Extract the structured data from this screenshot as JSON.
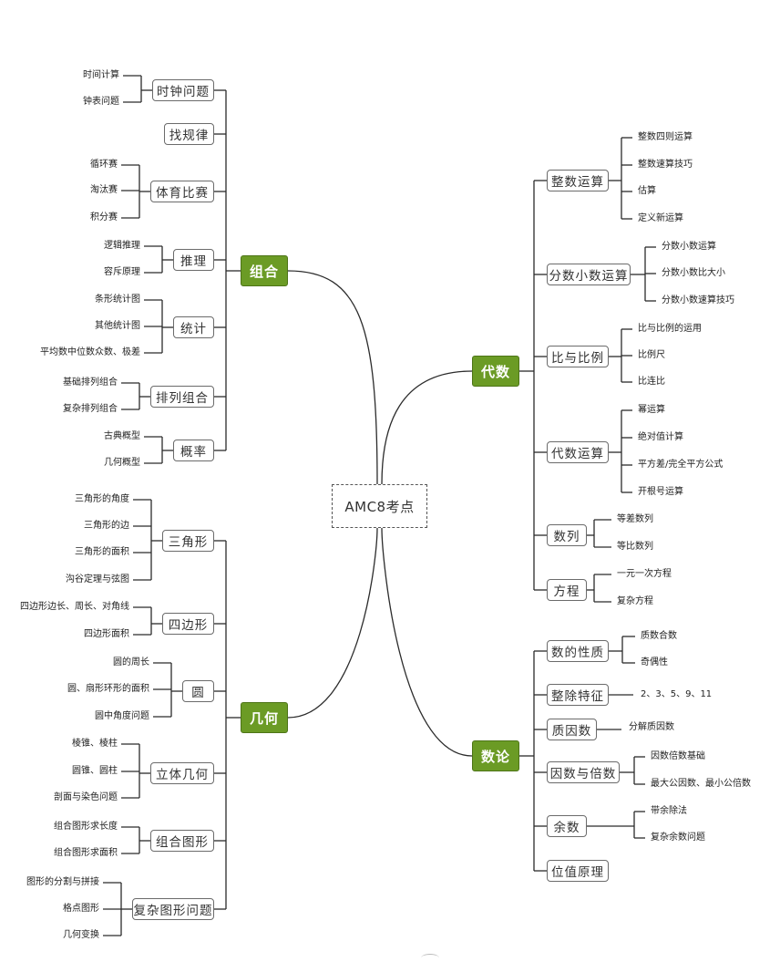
{
  "center": "AMC8考点",
  "branches": [
    {
      "name": "组合",
      "side": "left",
      "children": [
        {
          "label": "时钟问题",
          "leaves": [
            "时间计算",
            "钟表问题"
          ]
        },
        {
          "label": "找规律",
          "leaves": []
        },
        {
          "label": "体育比赛",
          "leaves": [
            "循环赛",
            "淘汰赛",
            "积分赛"
          ]
        },
        {
          "label": "推理",
          "leaves": [
            "逻辑推理",
            "容斥原理"
          ]
        },
        {
          "label": "统计",
          "leaves": [
            "条形统计图",
            "其他统计图",
            "平均数中位数众数、极差"
          ]
        },
        {
          "label": "排列组合",
          "leaves": [
            "基础排列组合",
            "复杂排列组合"
          ]
        },
        {
          "label": "概率",
          "leaves": [
            "古典概型",
            "几何概型"
          ]
        }
      ]
    },
    {
      "name": "几何",
      "side": "left",
      "children": [
        {
          "label": "三角形",
          "leaves": [
            "三角形的角度",
            "三角形的边",
            "三角形的面积",
            "沟谷定理与弦图"
          ]
        },
        {
          "label": "四边形",
          "leaves": [
            "四边形边长、周长、对角线",
            "四边形面积"
          ]
        },
        {
          "label": "圆",
          "leaves": [
            "圆的周长",
            "圆、扇形环形的面积",
            "圆中角度问题"
          ]
        },
        {
          "label": "立体几何",
          "leaves": [
            "棱锥、棱柱",
            "圆锥、圆柱",
            "剖面与染色问题"
          ]
        },
        {
          "label": "组合图形",
          "leaves": [
            "组合图形求长度",
            "组合图形求面积"
          ]
        },
        {
          "label": "复杂图形问题",
          "leaves": [
            "图形的分割与拼接",
            "格点图形",
            "几何变换"
          ]
        }
      ]
    },
    {
      "name": "代数",
      "side": "right",
      "children": [
        {
          "label": "整数运算",
          "leaves": [
            "整数四则运算",
            "整数速算技巧",
            "估算",
            "定义新运算"
          ]
        },
        {
          "label": "分数小数运算",
          "leaves": [
            "分数小数运算",
            "分数小数比大小",
            "分数小数速算技巧"
          ]
        },
        {
          "label": "比与比例",
          "leaves": [
            "比与比例的运用",
            "比例尺",
            "比连比"
          ]
        },
        {
          "label": "代数运算",
          "leaves": [
            "幂运算",
            "绝对值计算",
            "平方差/完全平方公式",
            "开根号运算"
          ]
        },
        {
          "label": "数列",
          "leaves": [
            "等差数列",
            "等比数列"
          ]
        },
        {
          "label": "方程",
          "leaves": [
            "一元一次方程",
            "复杂方程"
          ]
        }
      ]
    },
    {
      "name": "数论",
      "side": "right",
      "children": [
        {
          "label": "数的性质",
          "leaves": [
            "质数合数",
            "奇偶性"
          ]
        },
        {
          "label": "整除特征",
          "leaves": [
            "2、3、5、9、11"
          ]
        },
        {
          "label": "质因数",
          "leaves": [
            "分解质因数"
          ]
        },
        {
          "label": "因数与倍数",
          "leaves": [
            "因数倍数基础",
            "最大公因数、最小公倍数"
          ]
        },
        {
          "label": "余数",
          "leaves": [
            "带余除法",
            "复杂余数问题"
          ]
        },
        {
          "label": "位值原理",
          "leaves": []
        }
      ]
    }
  ],
  "colors": {
    "branch_fill": "#6b9b25",
    "branch_border": "#4d7417",
    "line": "#2b2b2b",
    "box_border": "#6b6b6b"
  }
}
